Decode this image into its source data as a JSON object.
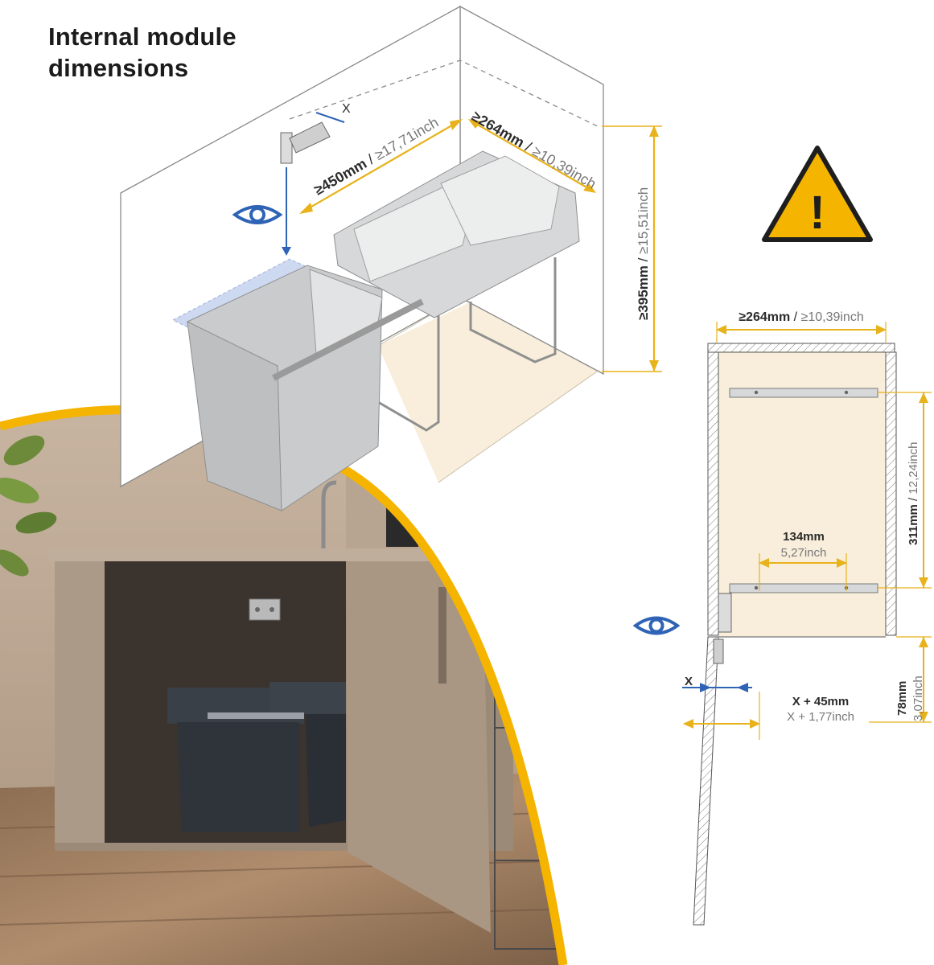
{
  "title": {
    "line1": "Internal module",
    "line2": "dimensions"
  },
  "perspective_dims": {
    "width_top": {
      "mm": "≥264mm",
      "sep": " / ",
      "inch": "≥10,39inch"
    },
    "depth": {
      "mm": "≥450mm",
      "sep": " / ",
      "inch": "≥17,71inch"
    },
    "height": {
      "mm": "≥395mm",
      "sep": " / ",
      "inch": "≥15,51inch"
    },
    "hinge_gap": "X"
  },
  "front_view_dims": {
    "width": {
      "mm": "≥264mm",
      "sep": " / ",
      "inch": "≥10,39inch"
    },
    "rail_spacing": {
      "mm": "311mm",
      "sep": " / ",
      "inch": "12,24inch"
    },
    "rail_holes": {
      "mm": "134mm",
      "inch": "5,27inch"
    },
    "bottom_offset": {
      "mm": "78mm",
      "inch": "3,07inch"
    },
    "side_offset": {
      "mm": "X + 45mm",
      "inch": "X + 1,77inch"
    },
    "hinge_gap": "X"
  },
  "warning": {
    "symbol": "!"
  },
  "colors": {
    "dimension_line": "#e8b21a",
    "view_marker": "#2f63b5",
    "warning_fill": "#f4b400",
    "floor_cream": "#f8eedb",
    "cabinet_taupe": "#a89888",
    "bin_dark": "#2f343b",
    "bin_light": "#c9cbcd"
  },
  "icons": [
    "eye-icon",
    "warning-triangle-icon",
    "hinge-icon"
  ]
}
